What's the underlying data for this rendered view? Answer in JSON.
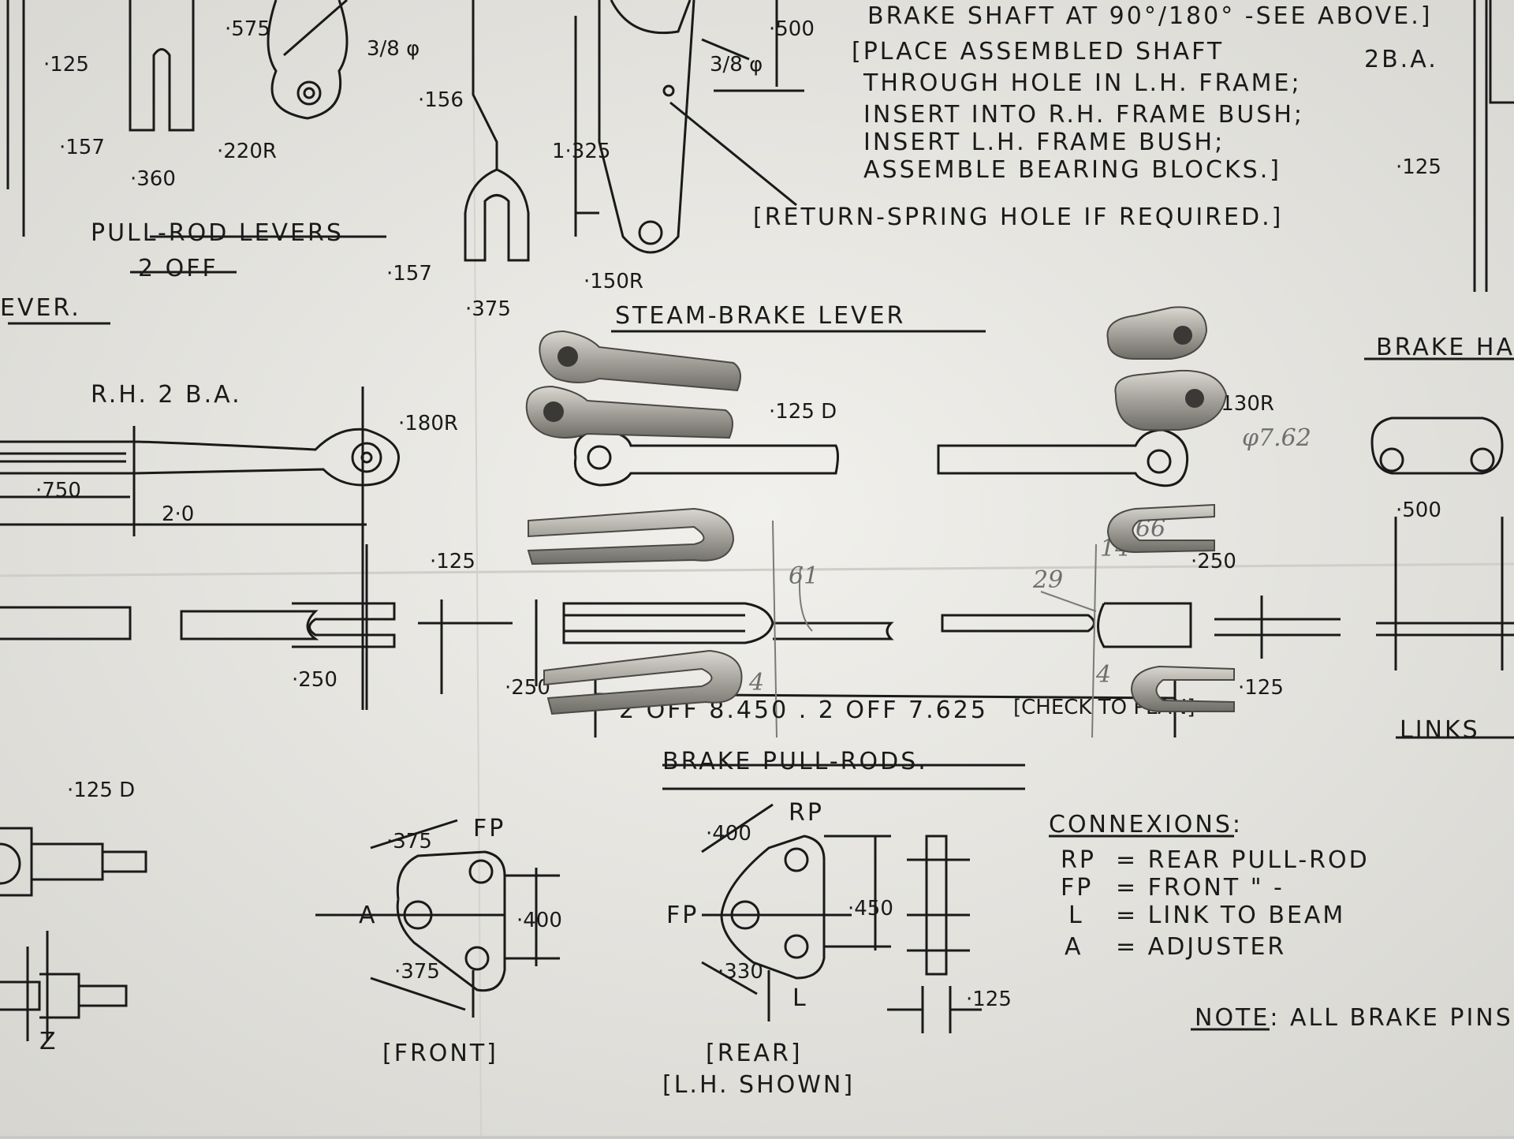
{
  "colors": {
    "paper": "#ecebe7",
    "ink": "#1a1a1a",
    "metal": "#8f8d86",
    "metal_light": "#c9c7c0",
    "pencil": "#6f6f6f"
  },
  "drawing": {
    "headings": {
      "pull_rod_levers": "PULL-ROD LEVERS",
      "pull_rod_levers_qty": "2 OFF",
      "lever_fragment": "EVER.",
      "steam_brake_lever": "STEAM-BRAKE LEVER",
      "brake_hand_fragment": "BRAKE HAN",
      "brake_pull_rods": "BRAKE PULL-RODS.",
      "links_fragment": "LINKS"
    },
    "notes": {
      "top_line": "BRAKE SHAFT AT 90°/180° -SEE ABOVE.]",
      "assembly_1": "[PLACE ASSEMBLED SHAFT",
      "assembly_2": "THROUGH HOLE IN L.H. FRAME;",
      "assembly_3": "INSERT INTO R.H. FRAME BUSH;",
      "assembly_4": "INSERT L.H. FRAME BUSH;",
      "assembly_5": "ASSEMBLE BEARING BLOCKS.]",
      "return_spring": "[RETURN-SPRING HOLE IF REQUIRED.]",
      "rh_2ba": "R.H. 2 B.A.",
      "two_ba": "2B.A.",
      "pull_rod_qty": "2 OFF 8.450 . 2 OFF 7.625",
      "check": "[CHECK TO PLAN]",
      "note": "NOTE: ALL BRAKE PINS"
    },
    "dimensions": {
      "d_125_top": "·125",
      "d_575": "·575",
      "d_3_8_left": "3/8 φ",
      "d_156": "·156",
      "d_157_left": "·157",
      "d_360": "·360",
      "d_220r": "·220R",
      "d_3_8_mid": "3/8 φ",
      "d_500_top": "·500",
      "d_1325": "1·325",
      "d_157_mid": "·157",
      "d_375_mid": "·375",
      "d_150r": "·150R",
      "d_125_right": "·125",
      "d_180r": "·180R",
      "d_750": "·750",
      "d_2_0": "2·0",
      "d_125d": "·125 D",
      "d_130r": "·130R",
      "d_500_right": "·500",
      "d_250_r": "·250",
      "d_125_mid": "·125",
      "d_250_left": "·250",
      "d_250_mid": "·250",
      "d_125_rr": "·125",
      "d_125d_bottom": "·125 D",
      "d_375_a": "·375",
      "d_375_b": "·375",
      "d_400_a": "·400",
      "d_400_b": "·400",
      "d_450": "·450",
      "d_330": "·330",
      "d_125_bot": "·125"
    },
    "plate_labels": {
      "fp": "FP",
      "a": "A",
      "rp": "RP",
      "fp_rear": "FP",
      "l": "L",
      "front": "[FRONT]",
      "rear": "[REAR]",
      "lh_shown": "[L.H. SHOWN]",
      "z": "Z"
    },
    "connexions": {
      "title": "CONNEXIONS:",
      "rows": [
        {
          "code": "RP",
          "meaning": "= REAR PULL-ROD"
        },
        {
          "code": "FP",
          "meaning": "= FRONT   \"   -"
        },
        {
          "code": "L",
          "meaning": "= LINK TO BEAM"
        },
        {
          "code": "A",
          "meaning": "= ADJUSTER"
        }
      ]
    },
    "pencil_notes": {
      "diameter": "φ7.62",
      "n29": "29",
      "n61": "61",
      "n4": "4",
      "n14": "14",
      "n66": "66",
      "n4b": "4"
    }
  },
  "parts": {
    "steam_levers": 2,
    "small_levers": 2,
    "long_forks": 2,
    "short_forks": 2
  }
}
